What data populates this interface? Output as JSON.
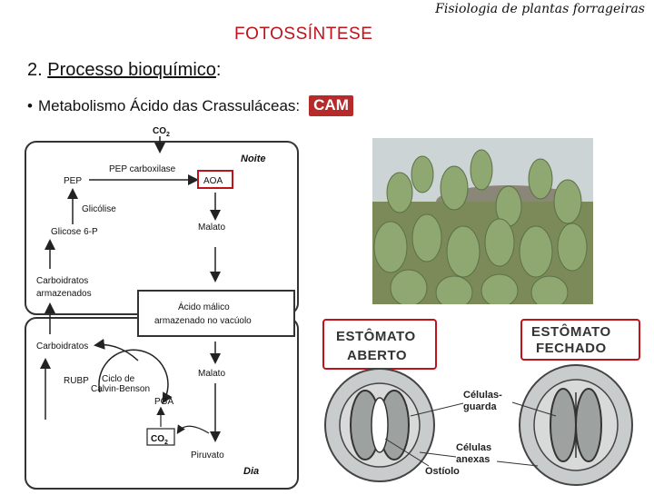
{
  "header": {
    "course": "Fisiologia de plantas forrageiras"
  },
  "slide": {
    "title": "FOTOSSÍNTESE",
    "subtitle_num": "2.",
    "subtitle_text": "Processo bioquímico",
    "subtitle_suffix": ":",
    "bullet": "Metabolismo Ácido das Crassuláceas:",
    "badge": "CAM"
  },
  "diagram": {
    "co2_top": "CO",
    "co2_top_sub": "2",
    "night": "Noite",
    "day": "Dia",
    "pep_carboxylase": "PEP carboxilase",
    "pep": "PEP",
    "aoa": "AOA",
    "glycolysis": "Glicólise",
    "glucose": "Glicose 6-P",
    "malate_night": "Malato",
    "carbs_stored_1": "Carboidratos",
    "carbs_stored_2": "armazenados",
    "malic_1": "Ácido málico",
    "malic_2": "armazenado no vacúolo",
    "carbs_day": "Carboidratos",
    "rubp": "RUBP",
    "calvin_1": "Ciclo de",
    "calvin_2": "Calvin-Benson",
    "pga": "PGA",
    "malate_day": "Malato",
    "co2_day": "CO",
    "co2_day_sub": "2",
    "pyruvate": "Piruvato"
  },
  "stomata": {
    "open_1": "ESTÔMATO",
    "open_2": "ABERTO",
    "closed_1": "ESTÔMATO",
    "closed_2": "FECHADO",
    "guard_1": "Células-",
    "guard_2": "guarda",
    "annex_1": "Células",
    "annex_2": "anexas",
    "ostiole": "Ostíolo"
  },
  "colors": {
    "title": "#c0121a",
    "badge": "#b62a2a",
    "highlight_box": "#c0121a"
  }
}
